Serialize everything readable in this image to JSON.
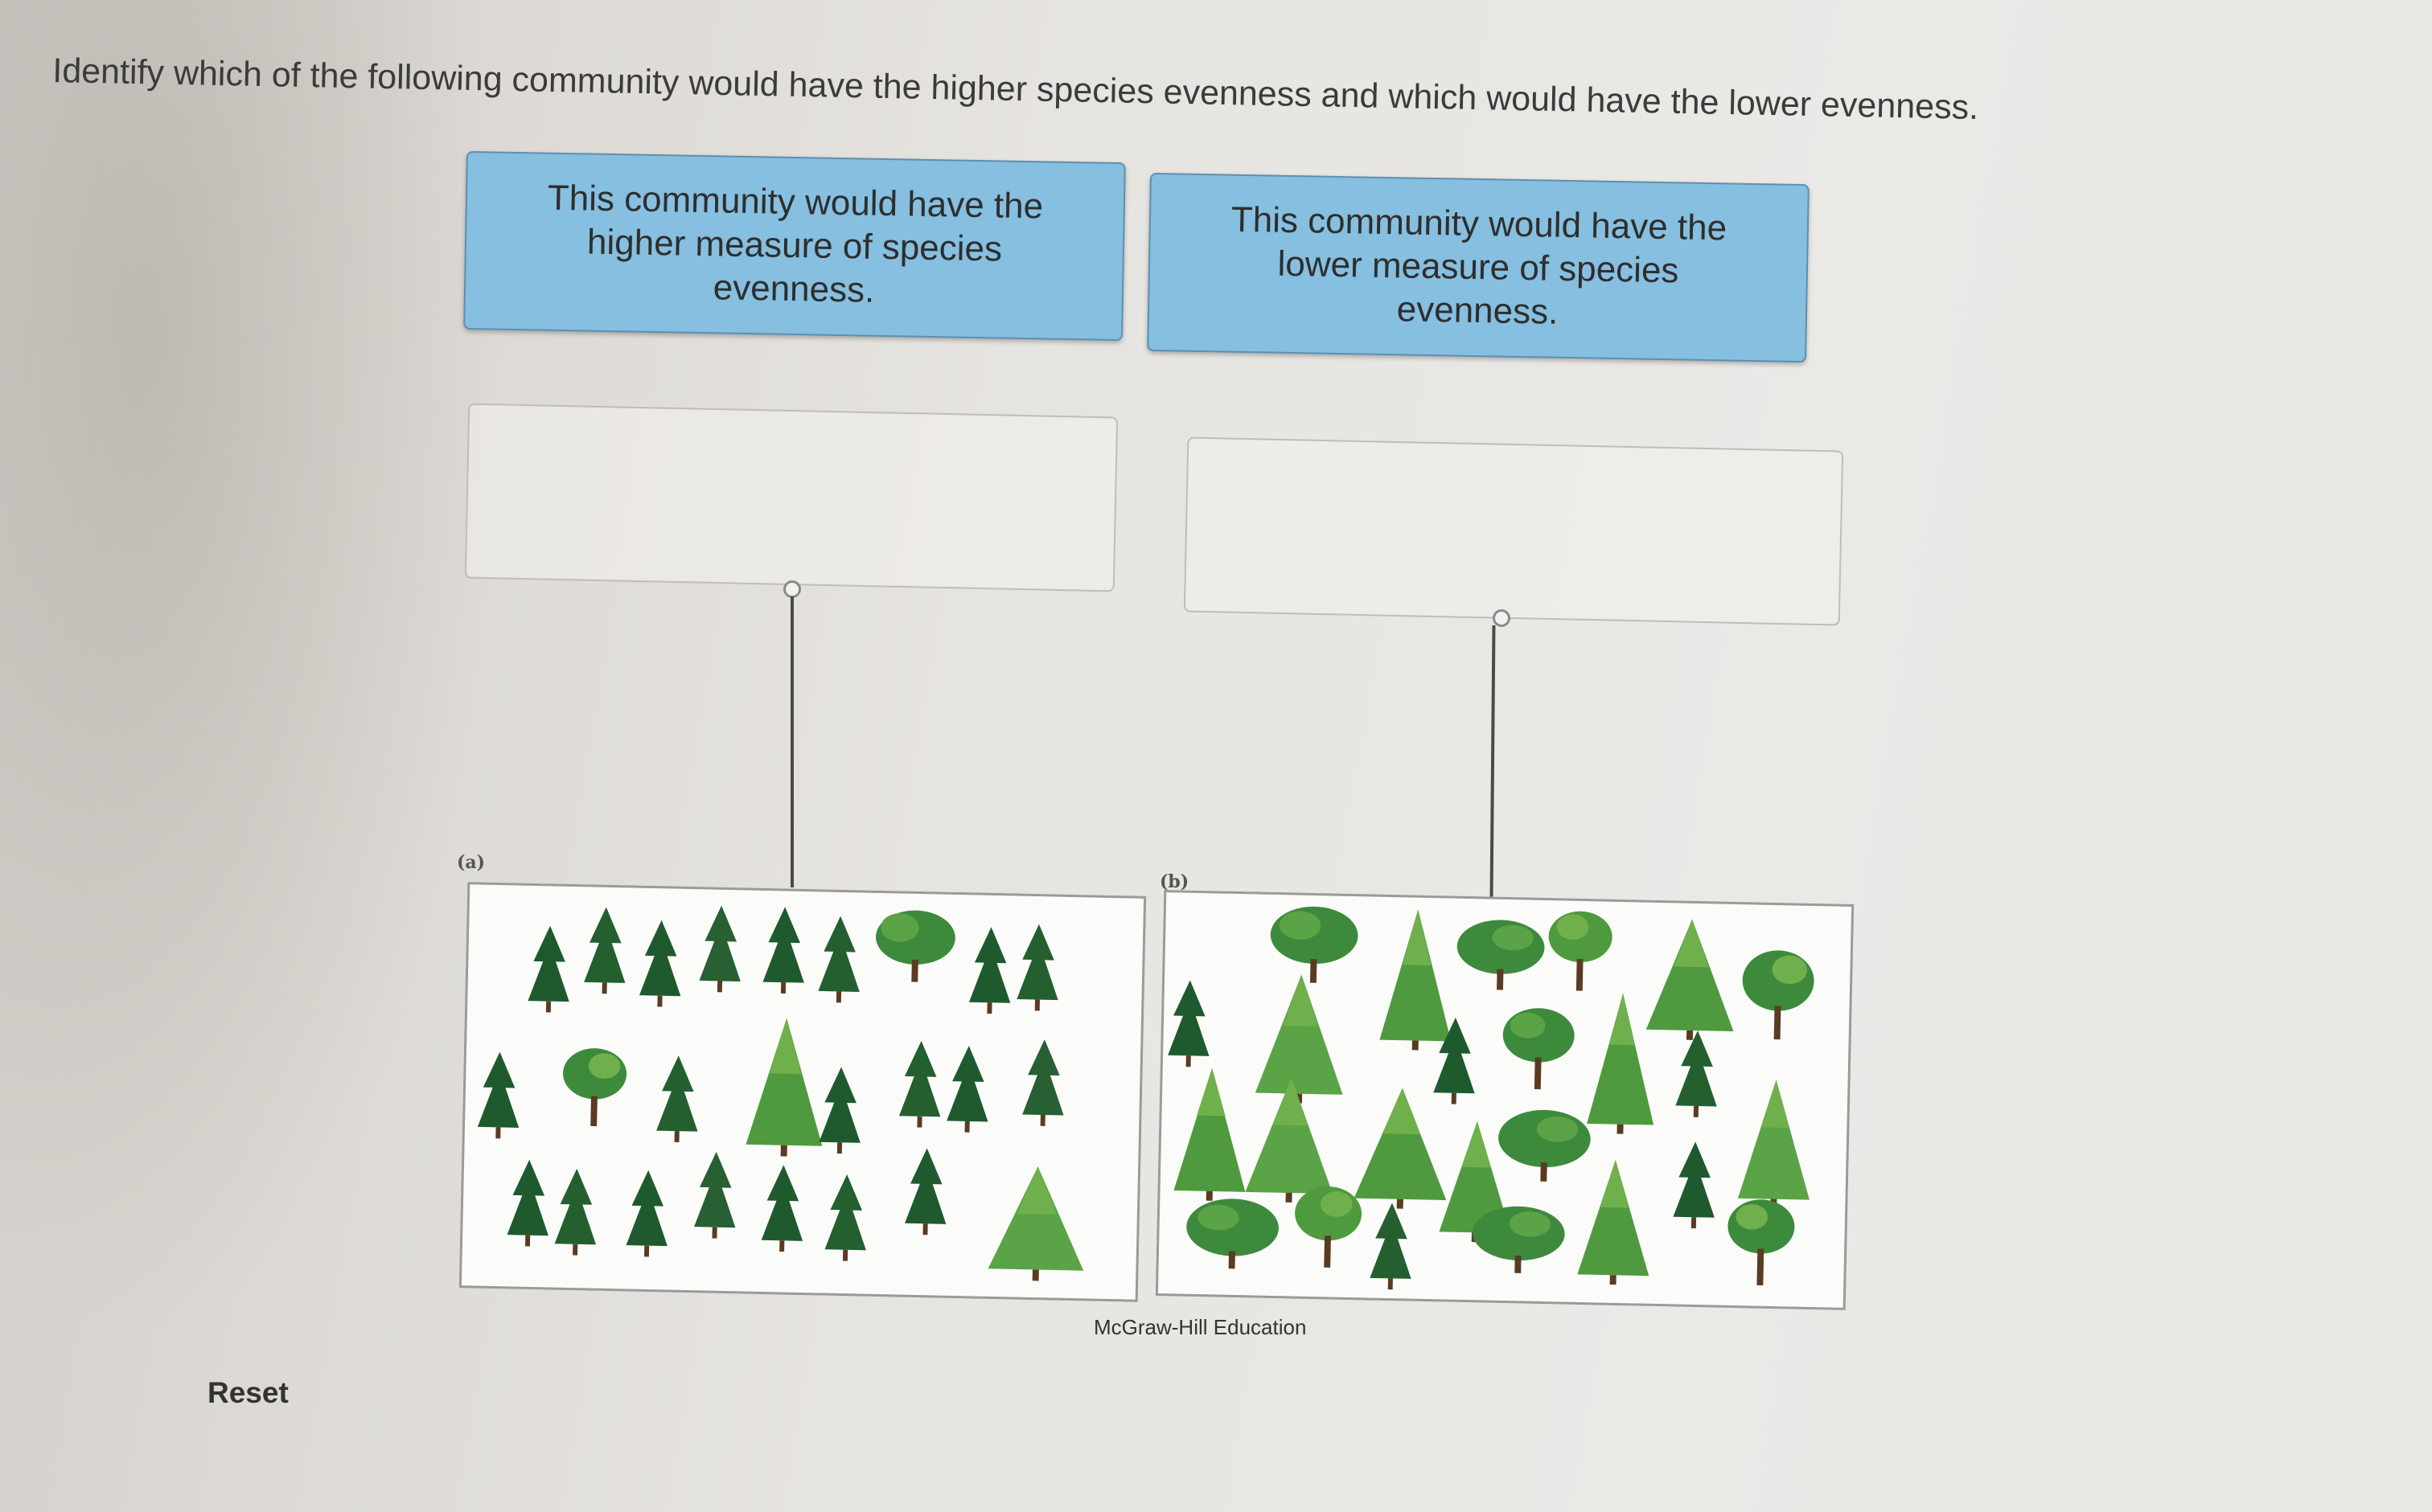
{
  "question": "Identify which of the following community would have the higher species evenness and which would have the lower evenness.",
  "labels": [
    {
      "text": "This community would have the\nhigher measure of species\nevenness."
    },
    {
      "text": "This community would have the\nlower measure of species\nevenness."
    }
  ],
  "figure": {
    "panel_a_tag": "(a)",
    "panel_b_tag": "(b)",
    "credit": "McGraw-Hill Education"
  },
  "reset_label": "Reset",
  "colors": {
    "label_fill": "#86bfdf",
    "label_border": "#5f8fb0",
    "tree_dark": "#1f5a2e",
    "tree_mid": "#3d8a3d",
    "tree_light": "#6fb04c"
  }
}
